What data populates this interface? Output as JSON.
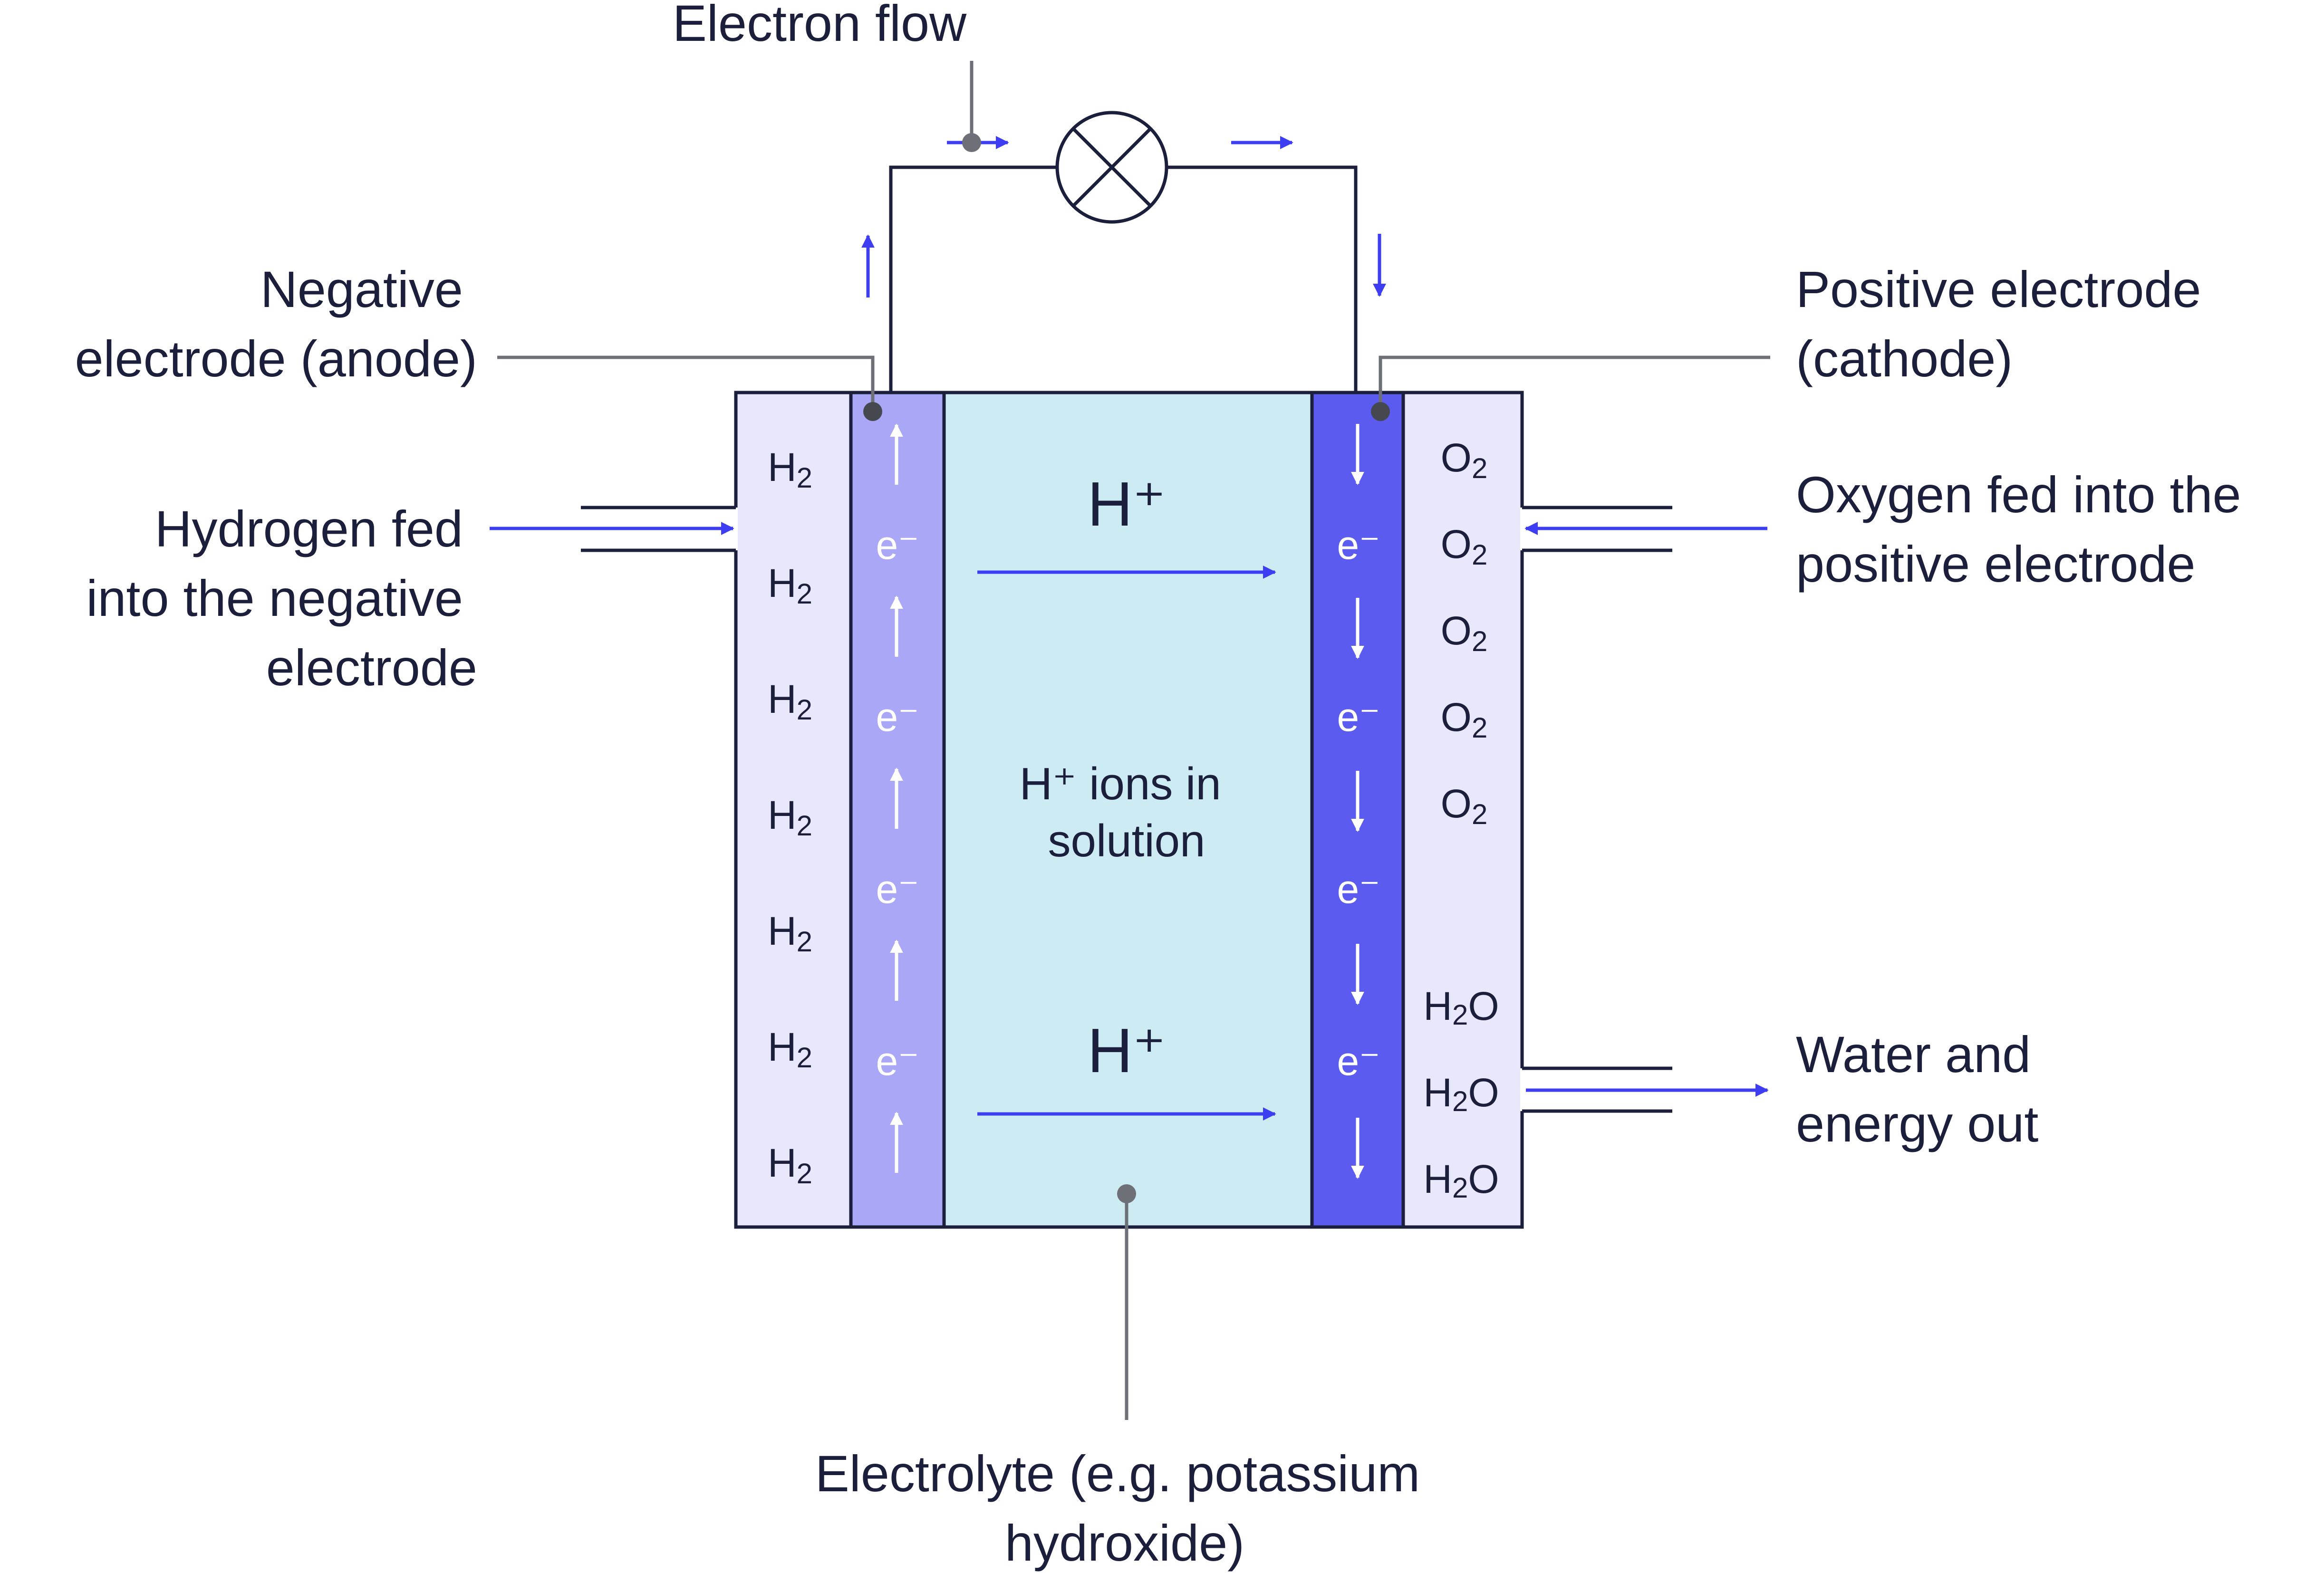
{
  "labels": {
    "electron_flow": "Electron flow",
    "negative_electrode": [
      "Negative",
      "electrode (anode)"
    ],
    "positive_electrode": [
      "Positive electrode",
      "(cathode)"
    ],
    "hydrogen_fed": [
      "Hydrogen fed",
      "into the negative",
      "electrode"
    ],
    "oxygen_fed": [
      "Oxygen fed into the",
      "positive electrode"
    ],
    "water_out": [
      "Water and",
      "energy out"
    ],
    "electrolyte": [
      "Electrolyte (e.g. potassium",
      "hydroxide)"
    ]
  },
  "species": {
    "h2": {
      "base": "H",
      "sub": "2",
      "count": 7
    },
    "o2": {
      "base": "O",
      "sub": "2",
      "count": 5
    },
    "h2o": {
      "base": "H",
      "sub": "2",
      "tail": "O",
      "count": 3
    },
    "electron": "e⁻",
    "h_ion": "H⁺",
    "ions_in_solution": [
      "H⁺ ions in",
      "solution"
    ]
  },
  "colors": {
    "hydrogen_chamber": "#e9e7fb",
    "anode": "#a9a7f6",
    "electrolyte": "#cdebf3",
    "cathode": "#5b5bf0",
    "arrow": "#3d3df2",
    "text": "#1b1f3b"
  },
  "icons": {
    "lamp": "lamp-icon"
  }
}
